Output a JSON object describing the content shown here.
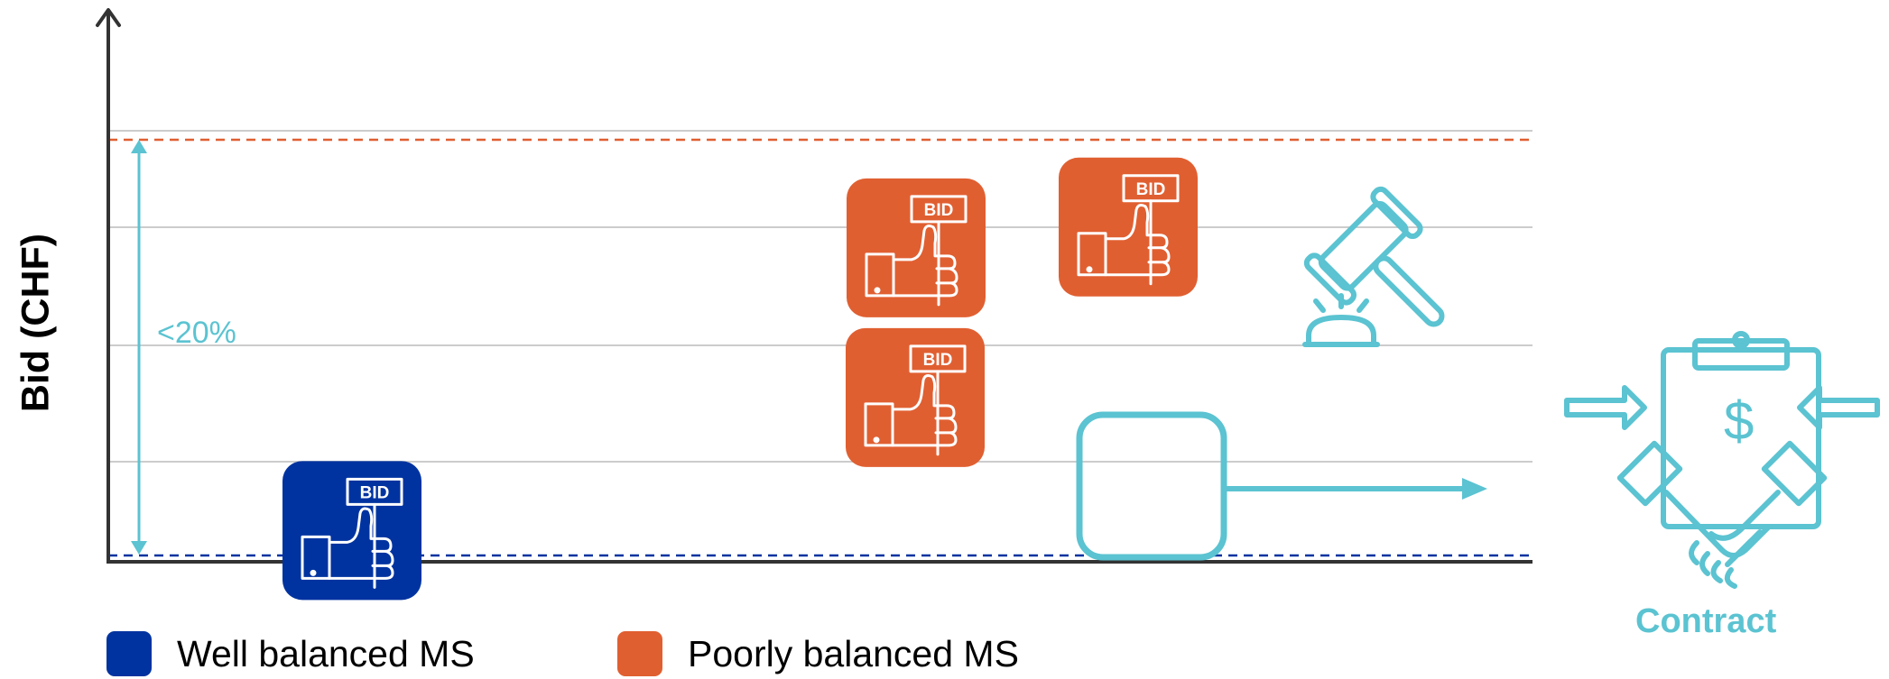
{
  "axis": {
    "y_label": "Bid (CHF)"
  },
  "range_annotation": "<20%",
  "bid_tag": "BID",
  "bids": [
    {
      "name": "bid-well-balanced",
      "group": "well",
      "level": 0.06
    },
    {
      "name": "bid-poorly-balanced-low",
      "group": "poor",
      "level": 0.38
    },
    {
      "name": "bid-poorly-balanced-mid",
      "group": "poor",
      "level": 0.74
    },
    {
      "name": "bid-poorly-balanced-high",
      "group": "poor",
      "level": 0.79
    }
  ],
  "contract_label": "Contract",
  "legend": [
    {
      "label": "Well balanced MS",
      "color": "#0033a0"
    },
    {
      "label": "Poorly balanced MS",
      "color": "#e05f31"
    }
  ],
  "colors": {
    "well": "#0033a0",
    "poor": "#e05f31",
    "accent": "#5bc3d1",
    "gridline": "#cccccc",
    "axis": "#333333",
    "max_line": "#e05f31",
    "min_line": "#0033a0"
  },
  "icons": [
    "gavel-icon",
    "contract-handshake-icon",
    "arrow-icon"
  ]
}
